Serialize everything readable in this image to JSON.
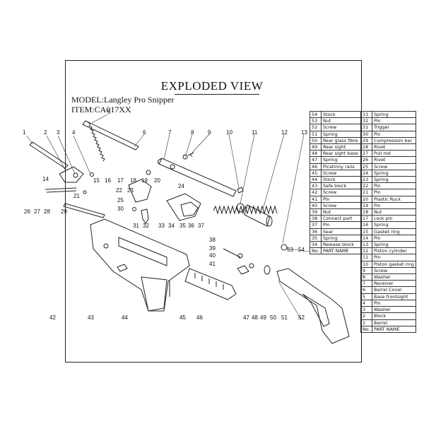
{
  "header": {
    "title": "EXPLODED VIEW",
    "model_line": "MODEL:Langley Pro Snipper",
    "item_line": "ITEM:CA017XX"
  },
  "callouts": [
    "1",
    "2",
    "3",
    "4",
    "5",
    "6",
    "7",
    "8",
    "9",
    "10",
    "11",
    "12",
    "13",
    "14",
    "15",
    "16",
    "17",
    "18",
    "19",
    "20",
    "21",
    "22",
    "23",
    "24",
    "25",
    "26",
    "27",
    "28",
    "29",
    "30",
    "31",
    "32",
    "33",
    "34",
    "35",
    "36",
    "37",
    "38",
    "39",
    "40",
    "41",
    "42",
    "43",
    "44",
    "45",
    "46",
    "47",
    "48",
    "49",
    "50",
    "51",
    "52",
    "53",
    "54"
  ],
  "parts_left": [
    {
      "no": "54",
      "name": "Stock"
    },
    {
      "no": "53",
      "name": "Nut"
    },
    {
      "no": "52",
      "name": "Screw"
    },
    {
      "no": "51",
      "name": "Spring"
    },
    {
      "no": "50",
      "name": "Rear glass fibre"
    },
    {
      "no": "49",
      "name": "Rear sight"
    },
    {
      "no": "48",
      "name": "Rear sight base"
    },
    {
      "no": "47",
      "name": "Spring"
    },
    {
      "no": "46",
      "name": "Picatinny rails"
    },
    {
      "no": "45",
      "name": "Screw"
    },
    {
      "no": "44",
      "name": "Stock"
    },
    {
      "no": "43",
      "name": "Safe block"
    },
    {
      "no": "42",
      "name": "Screw"
    },
    {
      "no": "41",
      "name": "Pin"
    },
    {
      "no": "40",
      "name": "Screw"
    },
    {
      "no": "39",
      "name": "Nut"
    },
    {
      "no": "38",
      "name": "Connect part"
    },
    {
      "no": "37",
      "name": "Pin"
    },
    {
      "no": "36",
      "name": "Sear"
    },
    {
      "no": "35",
      "name": "Spring"
    },
    {
      "no": "34",
      "name": "Release block"
    },
    {
      "no": "No.",
      "name": "PART NAME"
    }
  ],
  "parts_right": [
    {
      "no": "33",
      "name": "Spring"
    },
    {
      "no": "32",
      "name": "Pin"
    },
    {
      "no": "31",
      "name": "Trigger"
    },
    {
      "no": "30",
      "name": "Pin"
    },
    {
      "no": "29",
      "name": "Compression bar"
    },
    {
      "no": "28",
      "name": "Rivet"
    },
    {
      "no": "27",
      "name": "Pull rod"
    },
    {
      "no": "26",
      "name": "Rivet"
    },
    {
      "no": "25",
      "name": "Screw"
    },
    {
      "no": "24",
      "name": "Spring"
    },
    {
      "no": "23",
      "name": "Spring"
    },
    {
      "no": "22",
      "name": "Pin"
    },
    {
      "no": "21",
      "name": "Pin"
    },
    {
      "no": "20",
      "name": "Plastic Ruck"
    },
    {
      "no": "19",
      "name": "Pin"
    },
    {
      "no": "18",
      "name": "Nut"
    },
    {
      "no": "17",
      "name": "Lock pin"
    },
    {
      "no": "16",
      "name": "Spring"
    },
    {
      "no": "15",
      "name": "Gasket ring"
    },
    {
      "no": "14",
      "name": "Pin"
    },
    {
      "no": "13",
      "name": "Spring"
    },
    {
      "no": "12",
      "name": "Piston cylinder"
    },
    {
      "no": "11",
      "name": "Pin"
    },
    {
      "no": "10",
      "name": "Piston gasket ring"
    },
    {
      "no": "9",
      "name": "Screw"
    },
    {
      "no": "8",
      "name": "Washer"
    },
    {
      "no": "7",
      "name": "Receiver"
    },
    {
      "no": "6",
      "name": "Barrel Cover"
    },
    {
      "no": "5",
      "name": "Base frontsight"
    },
    {
      "no": "4",
      "name": "Pin"
    },
    {
      "no": "3",
      "name": "Washer"
    },
    {
      "no": "2",
      "name": "Block"
    },
    {
      "no": "1",
      "name": "Barrel"
    },
    {
      "no": "No.",
      "name": "PART NAME"
    }
  ]
}
